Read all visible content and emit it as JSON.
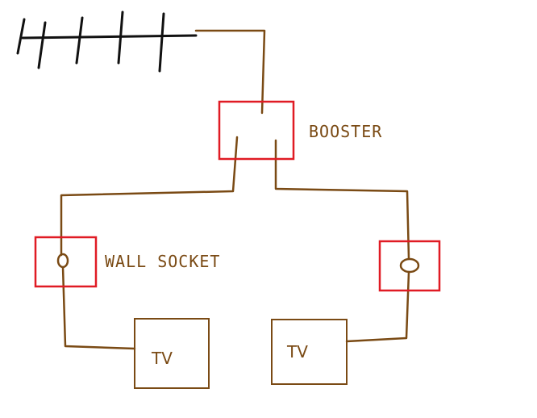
{
  "diagram": {
    "labels": {
      "booster": "BOOSTER",
      "wall_socket": "WALL SOCKET",
      "tv_left": "TV",
      "tv_right": "TV"
    },
    "colors": {
      "wire": "#7a4a14",
      "box_red": "#e01b24",
      "antenna": "#111111",
      "text": "#7a4a14",
      "background": "#ffffff"
    }
  }
}
